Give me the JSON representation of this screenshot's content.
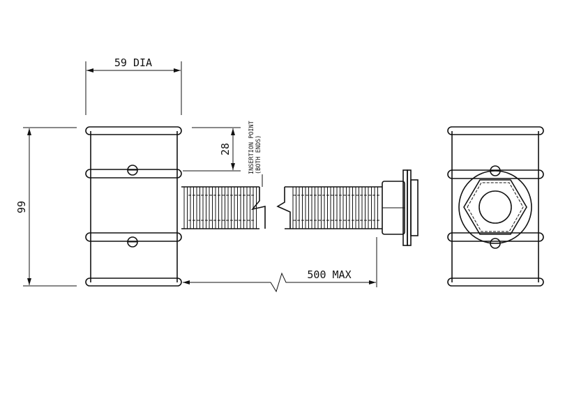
{
  "title": "Flexible hose connector technical drawing",
  "dimensions": {
    "diameter": "59 DIA",
    "height": "99",
    "insertion_depth": "28",
    "length": "500 MAX"
  },
  "notes": {
    "insertion_line1": "INSERTION POINT",
    "insertion_line2": "(BOTH ENDS)"
  }
}
